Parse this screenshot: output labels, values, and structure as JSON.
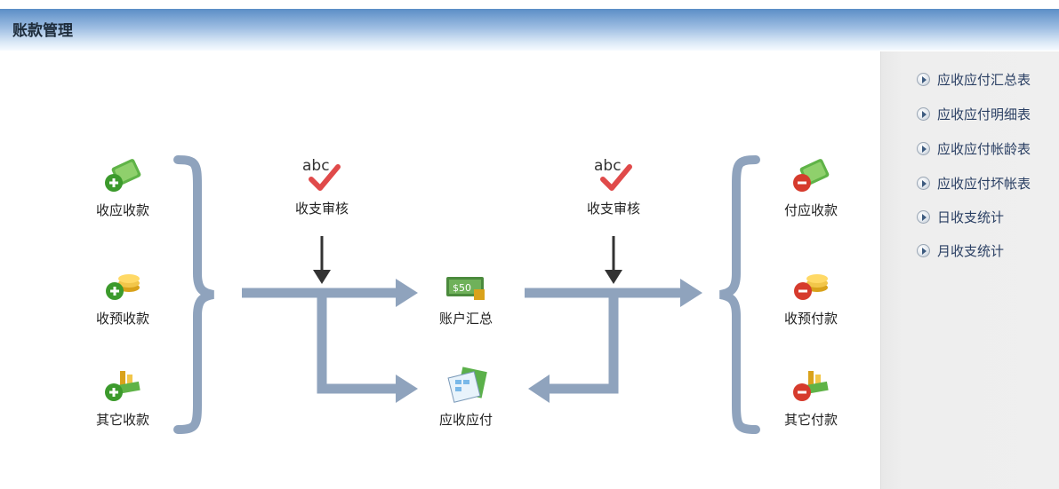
{
  "header": {
    "title": "账款管理"
  },
  "nodes": {
    "receive_due": "收应收款",
    "receive_prepay": "收预收款",
    "receive_other": "其它收款",
    "audit_left": "收支审核",
    "account_summary": "账户汇总",
    "receivable_payable": "应收应付",
    "audit_right": "收支审核",
    "pay_due": "付应收款",
    "pay_prepay": "收预付款",
    "pay_other": "其它付款"
  },
  "sidebar": {
    "items": [
      {
        "label": "应收应付汇总表",
        "icon": "right-arrow-bullet-icon"
      },
      {
        "label": "应收应付明细表",
        "icon": "right-arrow-bullet-icon"
      },
      {
        "label": "应收应付帐龄表",
        "icon": "right-arrow-bullet-icon"
      },
      {
        "label": "应收应付坏帐表",
        "icon": "right-arrow-bullet-icon"
      },
      {
        "label": "日收支统计",
        "icon": "right-arrow-bullet-icon"
      },
      {
        "label": "月收支统计",
        "icon": "right-arrow-bullet-icon"
      }
    ]
  },
  "icon_text": {
    "abc": "abc",
    "money": "$50"
  },
  "colors": {
    "flow": "#8fa3bd",
    "arrow": "#333333",
    "header": "#7ea6d4"
  }
}
